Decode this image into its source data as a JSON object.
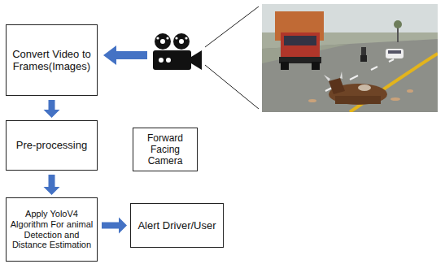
{
  "diagram": {
    "nodes": [
      {
        "text": [
          "Convert Video to Frames(Images)"
        ]
      },
      {
        "text": [
          "Forward Facing Camera"
        ]
      },
      {
        "text": [
          "Pre-processing"
        ]
      },
      {
        "text": [
          "Apply YoloV4 Algorithm For animal Detection and Distance Estimation"
        ]
      },
      {
        "text": [
          "Alert Driver/User"
        ]
      }
    ],
    "edges": [
      {
        "from": 0,
        "to": 2,
        "arrow": "to"
      },
      {
        "from": 2,
        "to": 3,
        "arrow": "to"
      },
      {
        "from": 3,
        "to": 4,
        "arrow": "to"
      }
    ]
  }
}
